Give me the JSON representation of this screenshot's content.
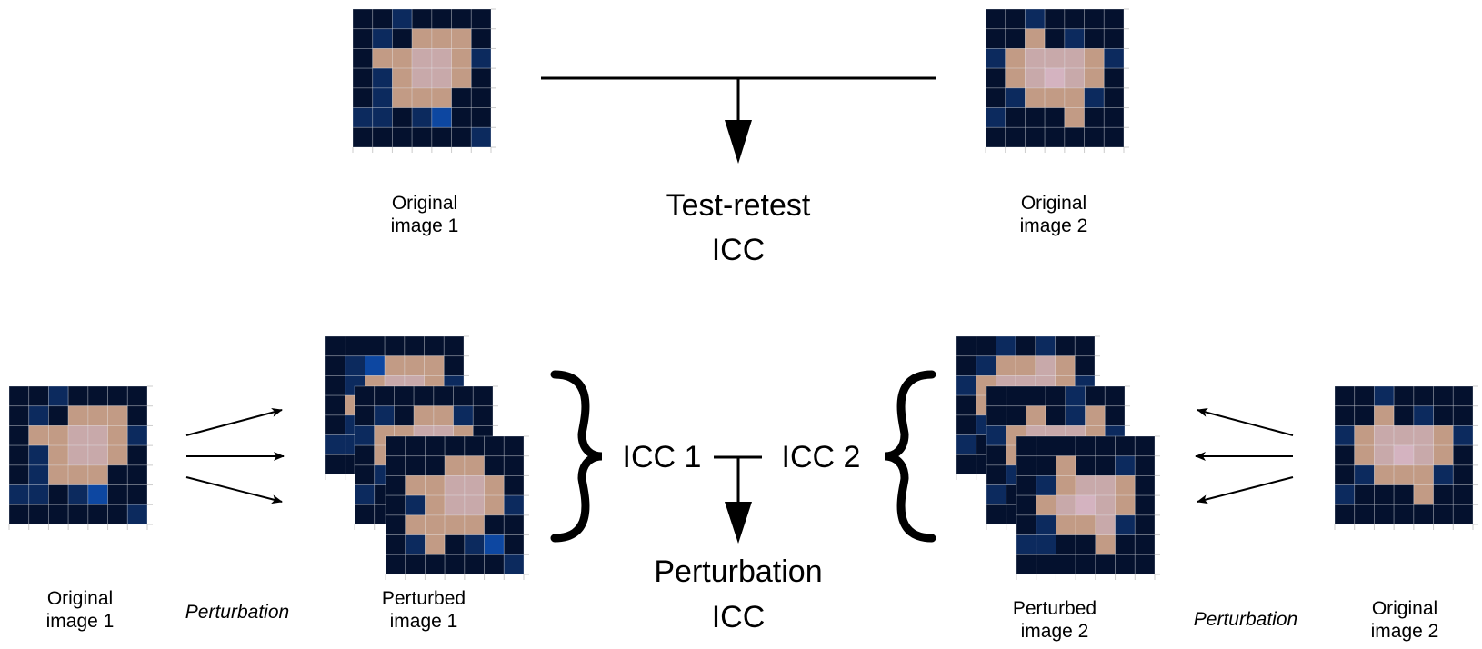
{
  "colors": {
    "background": "#ffffff",
    "dark": "#04112e",
    "blue": "#0c2a5e",
    "bright_blue": "#0d47a1",
    "skin": "#c29b85",
    "skin_light": "#c8a9aa",
    "skin_lighter": "#d4b3c0",
    "grid_line": "#ffffff",
    "stroke": "#000000"
  },
  "top": {
    "left_label_line1": "Original",
    "left_label_line2": "image 1",
    "center_title_line1": "Test-retest",
    "center_title_line2": "ICC",
    "right_label_line1": "Original",
    "right_label_line2": "image 2"
  },
  "bottom": {
    "original1_line1": "Original",
    "original1_line2": "image 1",
    "perturbation_left": "Perturbation",
    "perturbed1_line1": "Perturbed",
    "perturbed1_line2": "image 1",
    "icc1": "ICC 1",
    "icc2": "ICC 2",
    "center_title_line1": "Perturbation",
    "center_title_line2": "ICC",
    "perturbed2_line1": "Perturbed",
    "perturbed2_line2": "image 2",
    "perturbation_right": "Perturbation",
    "original2_line1": "Original",
    "original2_line2": "image 2"
  },
  "pixel_patterns": {
    "image1": [
      "DDBDDDD",
      "DBDSSSD",
      "DSSLLSB",
      "DBSLLSD",
      "DBSSSDD",
      "BBDBXDD",
      "DDDDDDB"
    ],
    "image2": [
      "DDBDDDD",
      "DDSDBDD",
      "BSLLLSB",
      "DSLPLSD",
      "DBSSSBD",
      "BDDDSDD",
      "DDDDDDD"
    ],
    "pert1_a": [
      "DDDDDDD",
      "DBXSSSD",
      "DBSLLSB",
      "DSSLLSD",
      "DBSSSBD",
      "BBDDBDD",
      "DDDDDDD"
    ],
    "pert1_b": [
      "DDDDDDD",
      "DBDSSBD",
      "BSSLLSD",
      "DSLLLSB",
      "DBSSSDD",
      "BDDBDDD",
      "DDDDDDD"
    ],
    "pert1_c": [
      "DDDDDDD",
      "DDDSSDD",
      "DSSLLSD",
      "DBSLLSB",
      "DSSSSDD",
      "DBSDBXD",
      "DDDDDDB"
    ],
    "pert2_a": [
      "DDBDBDD",
      "DBSSLSD",
      "BSLLLSB",
      "DSLPLSD",
      "DBSSSBD",
      "BDDDSDD",
      "DDDDDDD"
    ],
    "pert2_b": [
      "DDDDBDD",
      "DDSDBSD",
      "BSLLLSB",
      "DSLPLSD",
      "DBSSSBD",
      "BDDDSDD",
      "DDDDDDD"
    ],
    "pert2_c": [
      "DDDDDDD",
      "DDSDDBD",
      "DBSLLSD",
      "DSLPLSD",
      "DBSSLBD",
      "BBDDSDD",
      "DDDDDDD"
    ]
  }
}
